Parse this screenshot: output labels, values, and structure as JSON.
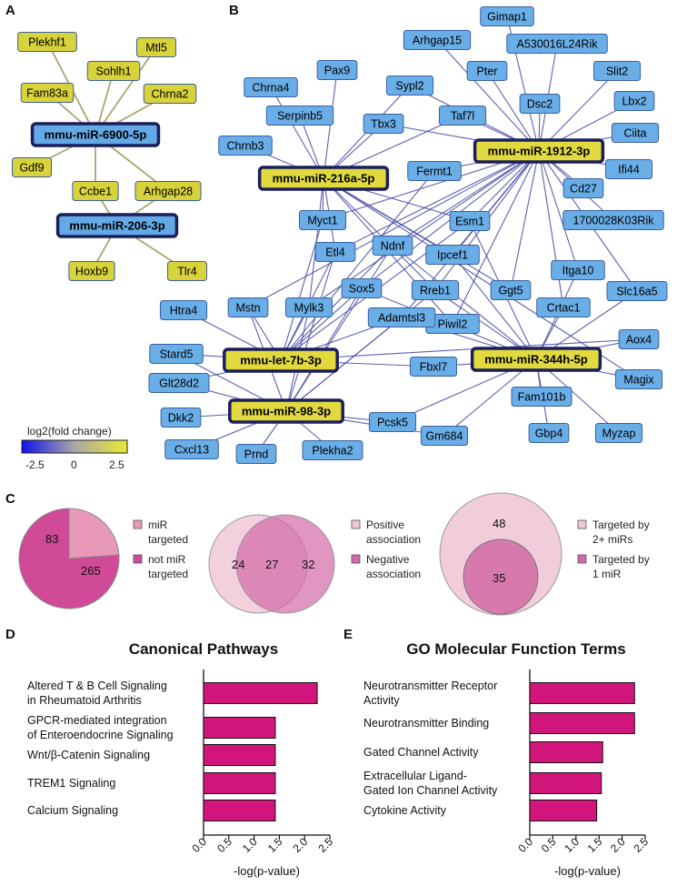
{
  "panels": {
    "A": "A",
    "B": "B",
    "C": "C",
    "D": "D",
    "E": "E"
  },
  "colors": {
    "gene_up": "#d8d33a",
    "gene_down": "#6aaee8",
    "mir_up": "#e1d93d",
    "mir_down": "#63a9e6",
    "edge": "#4d4fa8",
    "node_border_small": "#3a5fa0",
    "mir_border": "#1a1f5c",
    "bar": "#d2157a",
    "pie_light": "#e898b8",
    "pie_dark": "#d04a98",
    "venn_light": "#f0c8d8",
    "venn_dark": "#d36aa6"
  },
  "network_a": {
    "mirs": [
      {
        "id": "m6900",
        "label": "mmu-miR-6900-5p",
        "regulation": "down"
      },
      {
        "id": "m206",
        "label": "mmu-miR-206-3p",
        "regulation": "down"
      }
    ],
    "genes": [
      {
        "id": "plekhf1",
        "label": "Plekhf1",
        "regulation": "up"
      },
      {
        "id": "mtl5",
        "label": "Mtl5",
        "regulation": "up"
      },
      {
        "id": "sohlh1",
        "label": "Sohlh1",
        "regulation": "up"
      },
      {
        "id": "fam83a",
        "label": "Fam83a",
        "regulation": "up"
      },
      {
        "id": "chrna2",
        "label": "Chrna2",
        "regulation": "up"
      },
      {
        "id": "gdf9",
        "label": "Gdf9",
        "regulation": "up"
      },
      {
        "id": "ccbe1",
        "label": "Ccbe1",
        "regulation": "up"
      },
      {
        "id": "arhgap28",
        "label": "Arhgap28",
        "regulation": "up"
      },
      {
        "id": "hoxb9",
        "label": "Hoxb9",
        "regulation": "up"
      },
      {
        "id": "tlr4",
        "label": "Tlr4",
        "regulation": "up"
      }
    ],
    "edges": [
      [
        "m6900",
        "plekhf1"
      ],
      [
        "m6900",
        "mtl5"
      ],
      [
        "m6900",
        "sohlh1"
      ],
      [
        "m6900",
        "fam83a"
      ],
      [
        "m6900",
        "chrna2"
      ],
      [
        "m6900",
        "gdf9"
      ],
      [
        "m6900",
        "ccbe1"
      ],
      [
        "m6900",
        "arhgap28"
      ],
      [
        "m206",
        "ccbe1"
      ],
      [
        "m206",
        "arhgap28"
      ],
      [
        "m206",
        "hoxb9"
      ],
      [
        "m206",
        "tlr4"
      ]
    ]
  },
  "legend": {
    "title": "log2(fold change)",
    "ticks": [
      "-2.5",
      "0",
      "2.5"
    ]
  },
  "network_b": {
    "mirs": [
      {
        "id": "m216",
        "label": "mmu-miR-216a-5p",
        "regulation": "up"
      },
      {
        "id": "m1912",
        "label": "mmu-miR-1912-3p",
        "regulation": "up"
      },
      {
        "id": "let7b",
        "label": "mmu-let-7b-3p",
        "regulation": "up"
      },
      {
        "id": "m98",
        "label": "mmu-miR-98-3p",
        "regulation": "up"
      },
      {
        "id": "m344",
        "label": "mmu-miR-344h-5p",
        "regulation": "up"
      }
    ],
    "genes": [
      {
        "id": "gimap1",
        "label": "Gimap1"
      },
      {
        "id": "arhgap15",
        "label": "Arhgap15"
      },
      {
        "id": "a5300",
        "label": "A530016L24Rik"
      },
      {
        "id": "pax9",
        "label": "Pax9"
      },
      {
        "id": "pter",
        "label": "Pter"
      },
      {
        "id": "slit2",
        "label": "Slit2"
      },
      {
        "id": "chrna4",
        "label": "Chrna4"
      },
      {
        "id": "sypl2",
        "label": "Sypl2"
      },
      {
        "id": "dsc2",
        "label": "Dsc2"
      },
      {
        "id": "lbx2",
        "label": "Lbx2"
      },
      {
        "id": "serpinb5",
        "label": "Serpinb5"
      },
      {
        "id": "tbx3",
        "label": "Tbx3"
      },
      {
        "id": "taf7l",
        "label": "Taf7l"
      },
      {
        "id": "ciita",
        "label": "Ciita"
      },
      {
        "id": "chrnb3",
        "label": "Chrnb3"
      },
      {
        "id": "fermt1",
        "label": "Fermt1"
      },
      {
        "id": "ifi44",
        "label": "Ifi44"
      },
      {
        "id": "cd27",
        "label": "Cd27"
      },
      {
        "id": "myct1",
        "label": "Myct1"
      },
      {
        "id": "esm1",
        "label": "Esm1"
      },
      {
        "id": "r1700",
        "label": "1700028K03Rik"
      },
      {
        "id": "etl4",
        "label": "Etl4"
      },
      {
        "id": "ndnf",
        "label": "Ndnf"
      },
      {
        "id": "ipcef1",
        "label": "Ipcef1"
      },
      {
        "id": "itga10",
        "label": "Itga10"
      },
      {
        "id": "slc16a5",
        "label": "Slc16a5"
      },
      {
        "id": "htra4",
        "label": "Htra4"
      },
      {
        "id": "mstn",
        "label": "Mstn"
      },
      {
        "id": "mylk3",
        "label": "Mylk3"
      },
      {
        "id": "sox5",
        "label": "Sox5"
      },
      {
        "id": "rreb1",
        "label": "Rreb1"
      },
      {
        "id": "ggt5",
        "label": "Ggt5"
      },
      {
        "id": "crtac1",
        "label": "Crtac1"
      },
      {
        "id": "piwil2",
        "label": "Piwil2"
      },
      {
        "id": "stard5",
        "label": "Stard5"
      },
      {
        "id": "adamtsl3",
        "label": "Adamtsl3"
      },
      {
        "id": "aox4",
        "label": "Aox4"
      },
      {
        "id": "glt28d2",
        "label": "Glt28d2"
      },
      {
        "id": "fbxl7",
        "label": "Fbxl7"
      },
      {
        "id": "magix",
        "label": "Magix"
      },
      {
        "id": "fam101b",
        "label": "Fam101b"
      },
      {
        "id": "dkk2",
        "label": "Dkk2"
      },
      {
        "id": "pcsk5",
        "label": "Pcsk5"
      },
      {
        "id": "gm684",
        "label": "Gm684"
      },
      {
        "id": "cxcl13",
        "label": "Cxcl13"
      },
      {
        "id": "prnd",
        "label": "Prnd"
      },
      {
        "id": "plekha2",
        "label": "Plekha2"
      },
      {
        "id": "gbp4",
        "label": "Gbp4"
      },
      {
        "id": "myzap",
        "label": "Myzap"
      }
    ],
    "edges": [
      [
        "m1912",
        "gimap1"
      ],
      [
        "m1912",
        "arhgap15"
      ],
      [
        "m1912",
        "a5300"
      ],
      [
        "m1912",
        "pter"
      ],
      [
        "m1912",
        "slit2"
      ],
      [
        "m1912",
        "dsc2"
      ],
      [
        "m1912",
        "lbx2"
      ],
      [
        "m1912",
        "ciita"
      ],
      [
        "m1912",
        "ifi44"
      ],
      [
        "m1912",
        "cd27"
      ],
      [
        "m1912",
        "r1700"
      ],
      [
        "m1912",
        "sypl2"
      ],
      [
        "m1912",
        "taf7l"
      ],
      [
        "m1912",
        "tbx3"
      ],
      [
        "m1912",
        "fermt1"
      ],
      [
        "m1912",
        "esm1"
      ],
      [
        "m1912",
        "ipcef1"
      ],
      [
        "m1912",
        "itga10"
      ],
      [
        "m1912",
        "crtac1"
      ],
      [
        "m1912",
        "slc16a5"
      ],
      [
        "m1912",
        "myct1"
      ],
      [
        "m1912",
        "etl4"
      ],
      [
        "m1912",
        "mylk3"
      ],
      [
        "m1912",
        "sox5"
      ],
      [
        "m1912",
        "ggt5"
      ],
      [
        "m1912",
        "rreb1"
      ],
      [
        "m1912",
        "piwil2"
      ],
      [
        "m1912",
        "ndnf"
      ],
      [
        "m1912",
        "mstn"
      ],
      [
        "m1912",
        "adamtsl3"
      ],
      [
        "m216",
        "pax9"
      ],
      [
        "m216",
        "chrna4"
      ],
      [
        "m216",
        "serpinb5"
      ],
      [
        "m216",
        "chrnb3"
      ],
      [
        "m216",
        "sypl2"
      ],
      [
        "m216",
        "taf7l"
      ],
      [
        "m216",
        "tbx3"
      ],
      [
        "m216",
        "myct1"
      ],
      [
        "m216",
        "etl4"
      ],
      [
        "m216",
        "esm1"
      ],
      [
        "m216",
        "ipcef1"
      ],
      [
        "m216",
        "rreb1"
      ],
      [
        "m216",
        "ggt5"
      ],
      [
        "m216",
        "magix"
      ],
      [
        "m216",
        "piwil2"
      ],
      [
        "m216",
        "mylk3"
      ],
      [
        "let7b",
        "htra4"
      ],
      [
        "let7b",
        "mstn"
      ],
      [
        "let7b",
        "mylk3"
      ],
      [
        "let7b",
        "stard5"
      ],
      [
        "let7b",
        "glt28d2"
      ],
      [
        "let7b",
        "sox5"
      ],
      [
        "let7b",
        "ndnf"
      ],
      [
        "let7b",
        "adamtsl3"
      ],
      [
        "let7b",
        "esm1"
      ],
      [
        "let7b",
        "myct1"
      ],
      [
        "let7b",
        "etl4"
      ],
      [
        "let7b",
        "fbxl7"
      ],
      [
        "let7b",
        "fermt1"
      ],
      [
        "let7b",
        "aox4"
      ],
      [
        "m98",
        "stard5"
      ],
      [
        "m98",
        "dkk2"
      ],
      [
        "m98",
        "cxcl13"
      ],
      [
        "m98",
        "prnd"
      ],
      [
        "m98",
        "plekha2"
      ],
      [
        "m98",
        "gm684"
      ],
      [
        "m98",
        "pcsk5"
      ],
      [
        "m98",
        "glt28d2"
      ],
      [
        "m98",
        "mylk3"
      ],
      [
        "m98",
        "sox5"
      ],
      [
        "m98",
        "ndnf"
      ],
      [
        "m98",
        "mstn"
      ],
      [
        "m98",
        "etl4"
      ],
      [
        "m98",
        "adamtsl3"
      ],
      [
        "m98",
        "rreb1"
      ],
      [
        "m344",
        "aox4"
      ],
      [
        "m344",
        "magix"
      ],
      [
        "m344",
        "myzap"
      ],
      [
        "m344",
        "gbp4"
      ],
      [
        "m344",
        "fam101b"
      ],
      [
        "m344",
        "crtac1"
      ],
      [
        "m344",
        "itga10"
      ],
      [
        "m344",
        "slc16a5"
      ],
      [
        "m344",
        "fbxl7"
      ],
      [
        "m344",
        "pcsk5"
      ],
      [
        "m344",
        "ipcef1"
      ],
      [
        "m344",
        "ndnf"
      ],
      [
        "m344",
        "sox5"
      ],
      [
        "m344",
        "adamtsl3"
      ],
      [
        "m344",
        "gm684"
      ],
      [
        "m344",
        "rreb1"
      ],
      [
        "m344",
        "esm1"
      ]
    ]
  },
  "panel_c": {
    "pie": {
      "values": [
        83,
        265
      ],
      "labels": [
        "miR targeted",
        "not miR targeted"
      ],
      "legend_lines": [
        [
          "miR",
          "targeted"
        ],
        [
          "not miR",
          "targeted"
        ]
      ]
    },
    "venn1": {
      "left": "24",
      "middle": "27",
      "right": "32",
      "legend_lines": [
        [
          "Positive",
          "association"
        ],
        [
          "Negative",
          "association"
        ]
      ]
    },
    "venn2": {
      "outer": "48",
      "inner": "35",
      "legend_lines": [
        [
          "Targeted by",
          "2+ miRs"
        ],
        [
          "Targeted by",
          "1 miR"
        ]
      ]
    }
  },
  "chart_data": [
    {
      "type": "bar",
      "orientation": "horizontal",
      "title": "Canonical Pathways",
      "categories": [
        [
          "Altered T & B Cell Signaling",
          "in Rheumatoid Arthritis"
        ],
        [
          "GPCR-mediated integration",
          "of Enteroendocrine Signaling"
        ],
        [
          "Wnt/β-Catenin Signaling"
        ],
        [
          "TREM1 Signaling"
        ],
        [
          "Calcium Signaling"
        ]
      ],
      "values": [
        2.25,
        1.42,
        1.42,
        1.42,
        1.42
      ],
      "xlabel": "-log(p-value)",
      "xlim": [
        0,
        2.5
      ],
      "xticks": [
        "0.0",
        "0.5",
        "1.0",
        "1.5",
        "2.0",
        "2.5"
      ]
    },
    {
      "type": "bar",
      "orientation": "horizontal",
      "title": "GO Molecular Function Terms",
      "categories": [
        [
          "Neurotransmitter Receptor",
          "Activity"
        ],
        [
          "Neurotransmitter Binding"
        ],
        [
          "Gated Channel Activity"
        ],
        [
          "Extracellular Ligand-",
          "Gated Ion Channel Activity"
        ],
        [
          "Cytokine Activity"
        ]
      ],
      "values": [
        2.27,
        2.27,
        1.58,
        1.55,
        1.45
      ],
      "xlabel": "-log(p-value)",
      "xlim": [
        0,
        2.5
      ],
      "xticks": [
        "0.0",
        "0.5",
        "1.0",
        "1.5",
        "2.0",
        "2.5"
      ]
    }
  ]
}
